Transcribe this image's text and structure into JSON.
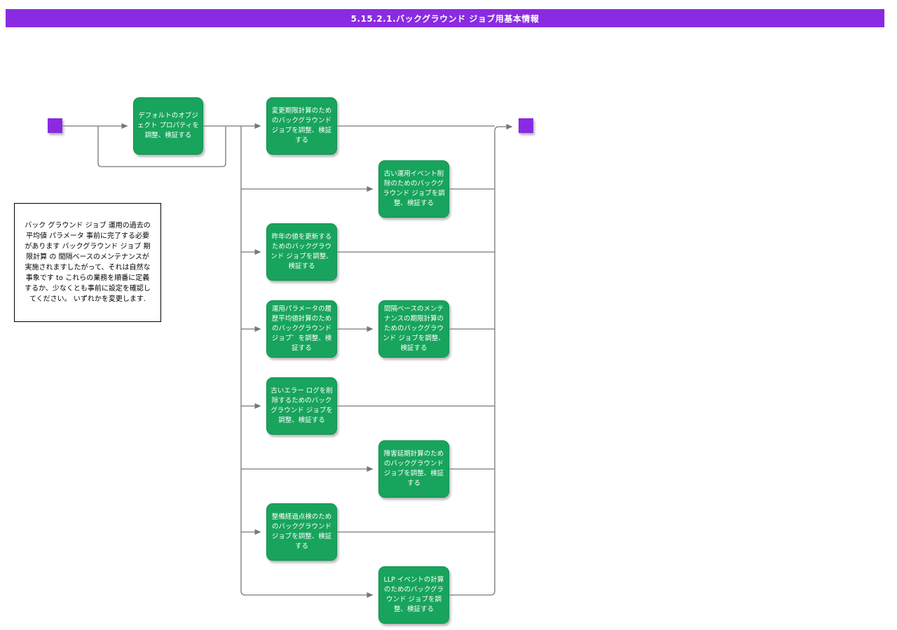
{
  "title": "5.15.2.1.バックグラウンド ジョブ用基本情報",
  "diagram": {
    "type": "activity-flowchart",
    "accent_color": "#8a2be2",
    "activity_fill": "#18a45c",
    "activity_border": "#0f9150",
    "connector_color": "#777777",
    "start_node": "start",
    "end_node": "end",
    "activities": [
      {
        "id": "a1",
        "label": "デフォルトのオブジェクト プロパティを調整、検証する"
      },
      {
        "id": "a2",
        "label": "変更期限計算のためのバックグラウンド ジョブを調整、検証する"
      },
      {
        "id": "a3",
        "label": "古い運用イベント削除のためのバックグラウンド ジョブを調整、検証する"
      },
      {
        "id": "a4",
        "label": "昨年の値を更新するためのバックグラウンド ジョブを調整、検証する"
      },
      {
        "id": "a5",
        "label": "運用パラメータの履歴平均値計算のためのバックグラウンド ジョブ゜を調整、検証する"
      },
      {
        "id": "a6",
        "label": "間隔ベースのメンテナンスの期限計算のためのバックグラウンド ジョブを調整、検証する"
      },
      {
        "id": "a7",
        "label": "古いエラー ログを削除するためのバックグラウンド ジョブを調整、検証する"
      },
      {
        "id": "a8",
        "label": "障害延期計算のためのバックグラウンド ジョブを調整、検証する"
      },
      {
        "id": "a9",
        "label": "整備経過点検のためのバックグラウンド ジョブを調整、検証する"
      },
      {
        "id": "a10",
        "label": "LLP イベントの計算のためのバックグラウンド ジョブを調整、検証する"
      }
    ],
    "note": "バック グラウンド ジョブ 運用の過去の\n平均値 パラメータ 事前に完了する必要\nがあります バックグラウンド ジョブ 期\n限計算 の 間隔ベースのメンテナンスが\n実施されますしたがって、それは自然な\n事象です to これらの業務を順番に定義\nするか、少なくとも事前に設定を確認し\nてください。 いずれかを変更します."
  }
}
